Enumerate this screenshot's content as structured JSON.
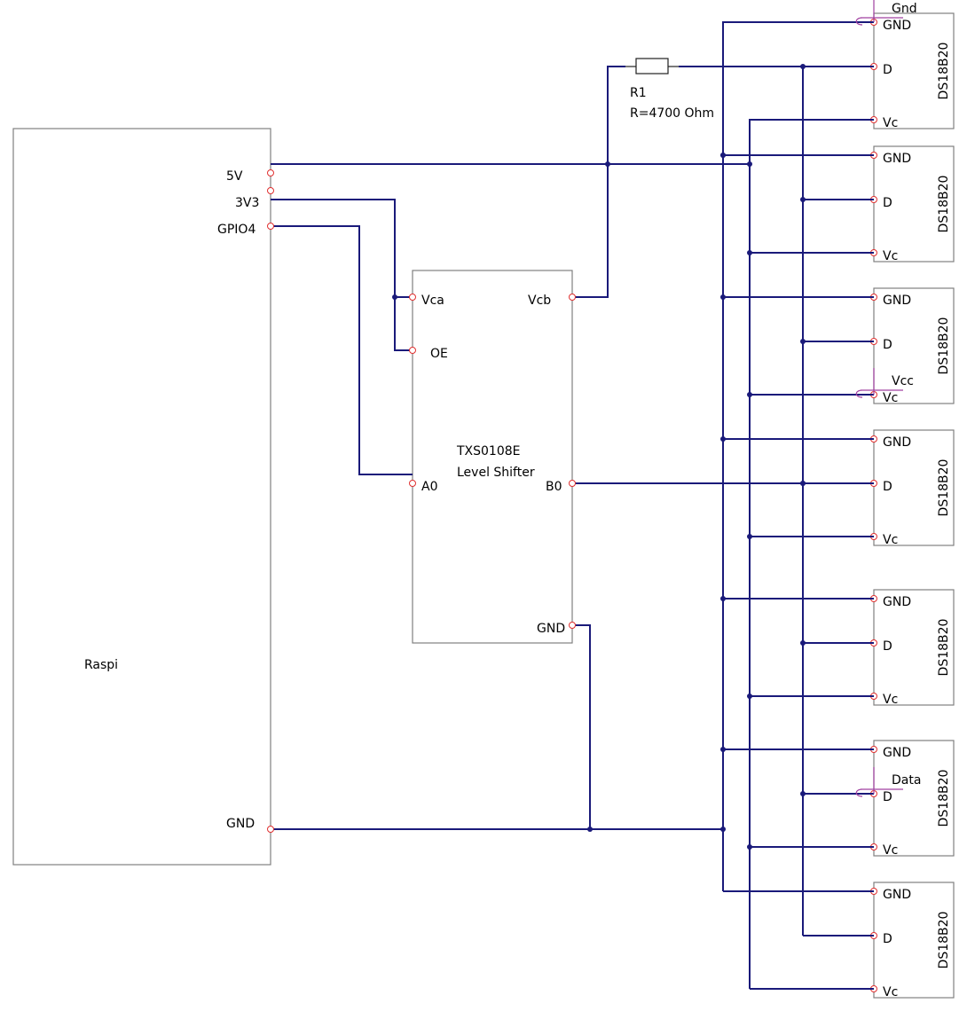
{
  "raspi": {
    "name": "Raspi",
    "pins": {
      "v5": "5V",
      "v3v3": "3V3",
      "gpio4": "GPIO4",
      "gnd": "GND"
    }
  },
  "shifter": {
    "name": "TXS0108E",
    "subtitle": "Level Shifter",
    "pins": {
      "vca": "Vca",
      "oe": "OE",
      "a0": "A0",
      "vcb": "Vcb",
      "b0": "B0",
      "gnd": "GND"
    }
  },
  "resistor": {
    "ref": "R1",
    "value": "R=4700 Ohm"
  },
  "net_flags": {
    "gnd": "Gnd",
    "vcc": "Vcc",
    "data": "Data"
  },
  "sensors": [
    {
      "name": "DS18B20",
      "pins": [
        "GND",
        "D",
        "Vc"
      ]
    },
    {
      "name": "DS18B20",
      "pins": [
        "GND",
        "D",
        "Vc"
      ]
    },
    {
      "name": "DS18B20",
      "pins": [
        "GND",
        "D",
        "Vc"
      ]
    },
    {
      "name": "DS18B20",
      "pins": [
        "GND",
        "D",
        "Vc"
      ]
    },
    {
      "name": "DS18B20",
      "pins": [
        "GND",
        "D",
        "Vc"
      ]
    },
    {
      "name": "DS18B20",
      "pins": [
        "GND",
        "D",
        "Vc"
      ]
    },
    {
      "name": "DS18B20",
      "pins": [
        "GND",
        "D",
        "Vc"
      ]
    }
  ],
  "colors": {
    "wire": "#1a1a7a",
    "component": "#808080",
    "pin": "#e03030",
    "flag": "#a040a0"
  }
}
